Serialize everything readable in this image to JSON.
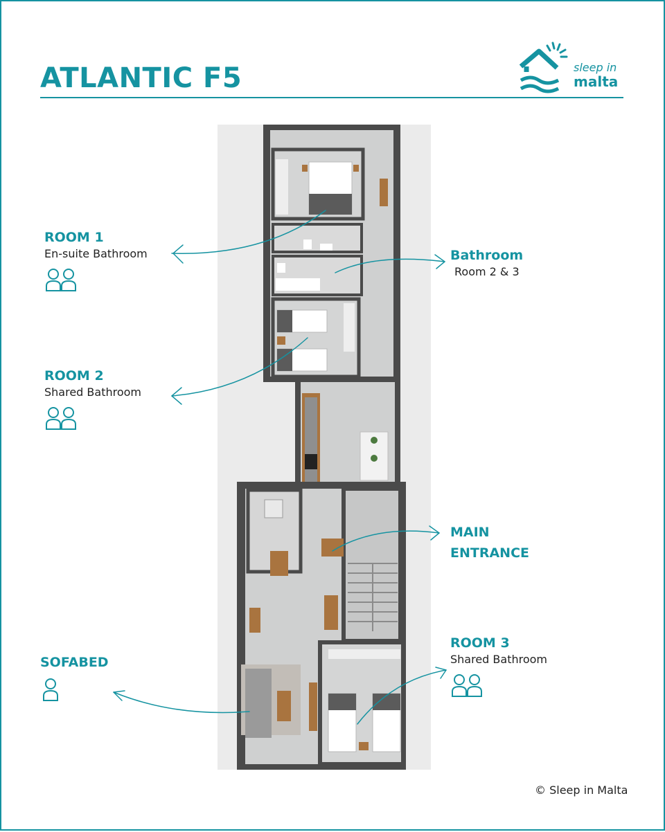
{
  "header": {
    "title": "ATLANTIC F5"
  },
  "logo": {
    "line1": "sleep in",
    "line2": "malta"
  },
  "labels": {
    "room1": {
      "title": "ROOM 1",
      "subtitle": "En-suite Bathroom",
      "guests": 2
    },
    "room2": {
      "title": "ROOM 2",
      "subtitle": "Shared Bathroom",
      "guests": 2
    },
    "room3": {
      "title": "ROOM 3",
      "subtitle": "Shared Bathroom",
      "guests": 2
    },
    "bathroom": {
      "title": "Bathroom",
      "subtitle": "Room 2 & 3"
    },
    "entrance": {
      "title_line1": "MAIN",
      "title_line2": "ENTRANCE"
    },
    "sofabed": {
      "title": "SOFABED",
      "guests": 1
    }
  },
  "footer": {
    "copyright": "© Sleep in Malta"
  },
  "colors": {
    "accent": "#1593a1",
    "wall": "#4a4a4a",
    "floor": "#cfd0d0",
    "wood": "#a9743f"
  },
  "icons": {
    "person": "person-icon",
    "logo": "house-sun-wave-icon"
  }
}
